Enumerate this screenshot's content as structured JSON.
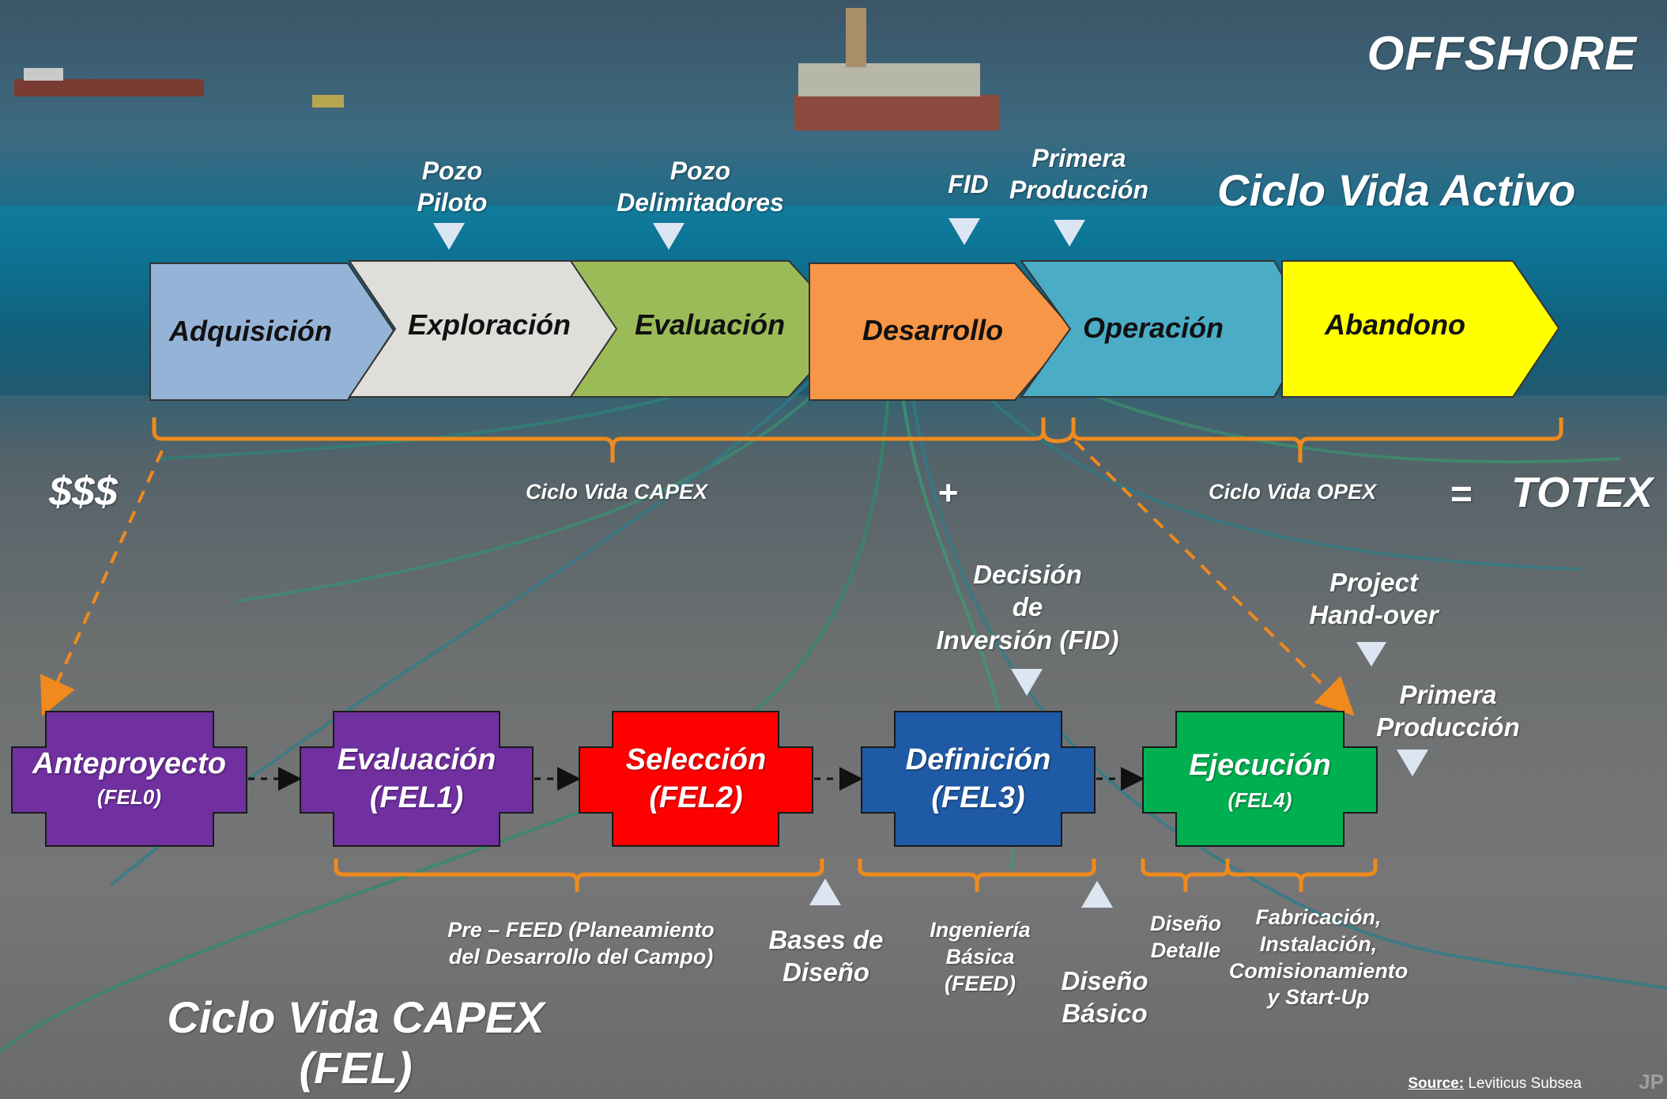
{
  "corner_title": "OFFSHORE",
  "main_title": "Ciclo Vida Activo",
  "phases": [
    "Adquisición",
    "Exploración",
    "Evaluación",
    "Desarrollo",
    "Operación",
    "Abandono"
  ],
  "top_markers": {
    "pozo_piloto": "Pozo\nPiloto",
    "pozo_delimitadores": "Pozo\nDelimitadores",
    "fid": "FID",
    "primera_produccion": "Primera\nProducción"
  },
  "totex_row": {
    "money": "$$$",
    "capex_label": "Ciclo Vida CAPEX",
    "plus": "+",
    "opex_label": "Ciclo Vida OPEX",
    "equals": "=",
    "totex": "TOTEX"
  },
  "fel_stages": [
    {
      "name": "Anteproyecto",
      "code": "(FEL0)",
      "color": "#7030A0"
    },
    {
      "name": "Evaluación",
      "code": "(FEL1)",
      "color": "#7030A0"
    },
    {
      "name": "Selección",
      "code": "(FEL2)",
      "color": "#FF0000"
    },
    {
      "name": "Definición",
      "code": "(FEL3)",
      "color": "#1F5AA6"
    },
    {
      "name": "Ejecución",
      "code": "(FEL4)",
      "color": "#00B050"
    }
  ],
  "fel_markers": {
    "fid": "Decisión\nde\nInversión (FID)",
    "handover": "Project\nHand-over",
    "primera_produccion": "Primera\nProducción",
    "bases_diseno": "Bases de\nDiseño",
    "diseno_basico": "Diseño\nBásico"
  },
  "fel_brackets": {
    "pre_feed": "Pre – FEED (Planeamiento\ndel Desarrollo del Campo)",
    "ingenieria_basica": "Ingeniería\nBásica\n(FEED)",
    "diseno_detalle": "Diseño\nDetalle",
    "fabricacion": "Fabricación,\nInstalación,\nComisionamiento\ny Start-Up"
  },
  "bottom_title": "Ciclo Vida CAPEX\n(FEL)",
  "source": {
    "label": "Source:",
    "text": " Leviticus Subsea"
  },
  "watermark": "JP",
  "colors": {
    "adquisicion": "#95B3D7",
    "exploracion": "#E0DEDA",
    "evaluacion": "#9BBB59",
    "desarrollo": "#F79646",
    "operacion": "#4BACC6",
    "abandono": "#FFFF00",
    "bracket": "#F08A1C",
    "marker": "#DCE6F2"
  }
}
